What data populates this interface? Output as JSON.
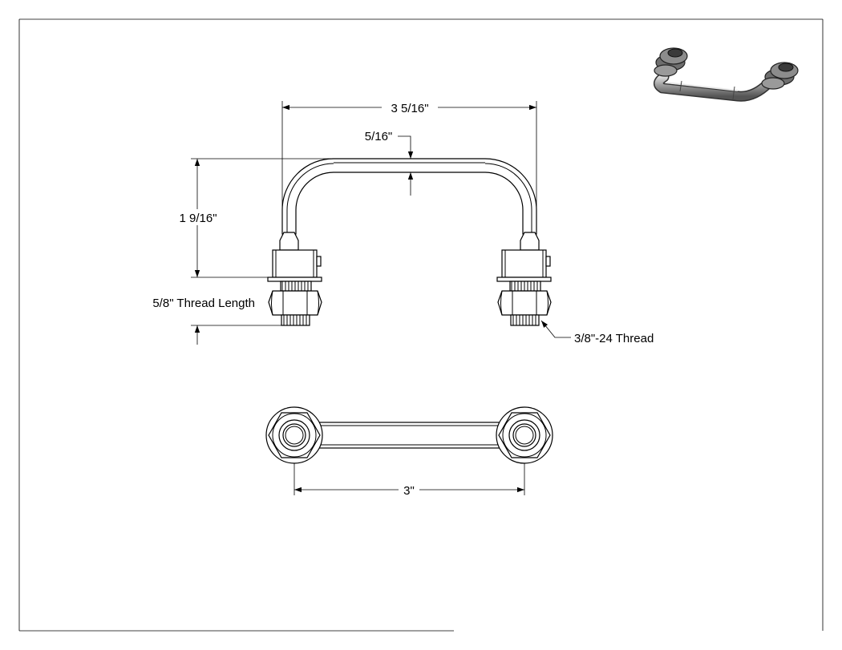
{
  "dimensions": {
    "overall_width": "3 5/16\"",
    "tube_diameter": "5/16\"",
    "height": "1 9/16\"",
    "thread_length": "5/8\" Thread Length",
    "thread_spec": "3/8\"-24 Thread",
    "center_spacing": "3\""
  },
  "colors": {
    "line": "#000000",
    "background": "#ffffff",
    "iso_metal": "#8a8a8a"
  }
}
